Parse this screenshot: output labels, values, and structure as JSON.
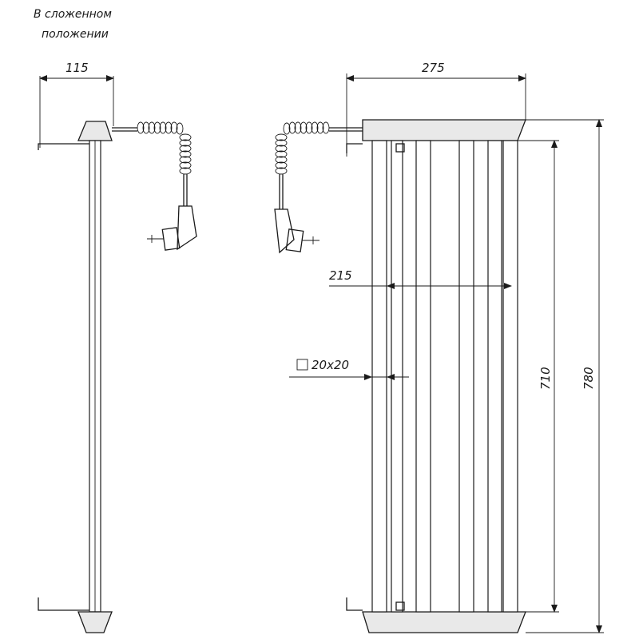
{
  "note": {
    "line1": "В сложенном",
    "line2": "положении"
  },
  "dimensions": {
    "folded_width": "115",
    "total_width": "275",
    "inner_width": "215",
    "tube_section": "20x20",
    "inner_height": "710",
    "total_height": "780"
  }
}
